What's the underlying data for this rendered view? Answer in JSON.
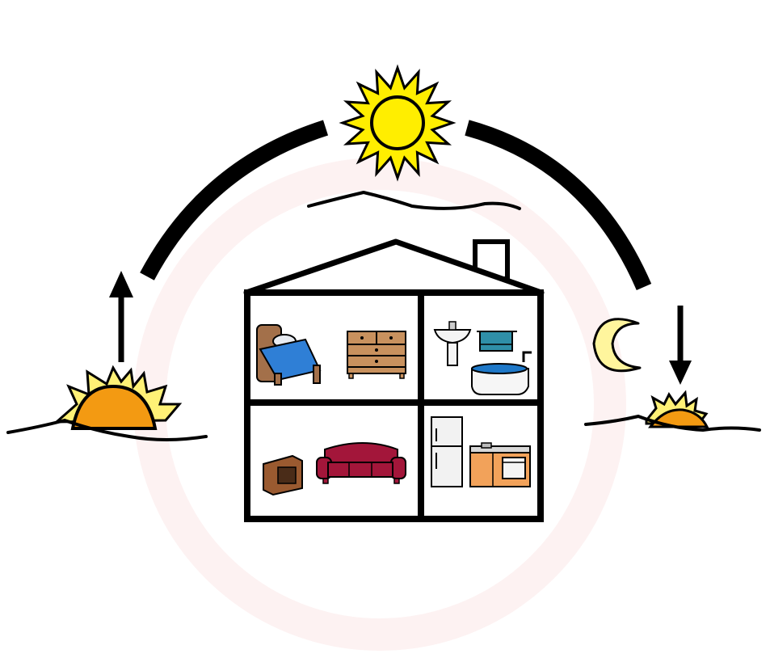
{
  "colors": {
    "outline": "#000000",
    "background": "#ffffff",
    "sun_yellow": "#ffee00",
    "sun_ray_yellow": "#fff176",
    "sunrise_orange": "#f39a12",
    "moon_yellow": "#fff59d",
    "halo_pink": "#fdf2f2",
    "bed_frame": "#a3704a",
    "bed_blanket": "#2f7fd6",
    "wood": "#c8915e",
    "towel": "#2f8fa8",
    "bath_water": "#1e78c8",
    "sofa": "#a3163a",
    "tv_body": "#9a5a30",
    "kitchen_orange": "#f2a25a",
    "fridge": "#f2f2f2"
  },
  "icons": {
    "sunrise": "sunrise-icon",
    "midday_sun": "sun-icon",
    "moon": "moon-icon",
    "sunset": "sunset-icon",
    "up_arrow": "arrow-up-icon",
    "down_arrow": "arrow-down-icon",
    "cloud": "cloud-line",
    "house": "house-icon",
    "bed": "bed-icon",
    "dresser": "dresser-icon",
    "sink": "sink-icon",
    "towel": "towel-icon",
    "bathtub": "bathtub-icon",
    "tv": "tv-icon",
    "sofa": "sofa-icon",
    "fridge": "fridge-icon",
    "kitchen": "kitchen-counter-icon"
  },
  "rooms": [
    "bedroom",
    "bathroom",
    "living-room",
    "kitchen"
  ]
}
